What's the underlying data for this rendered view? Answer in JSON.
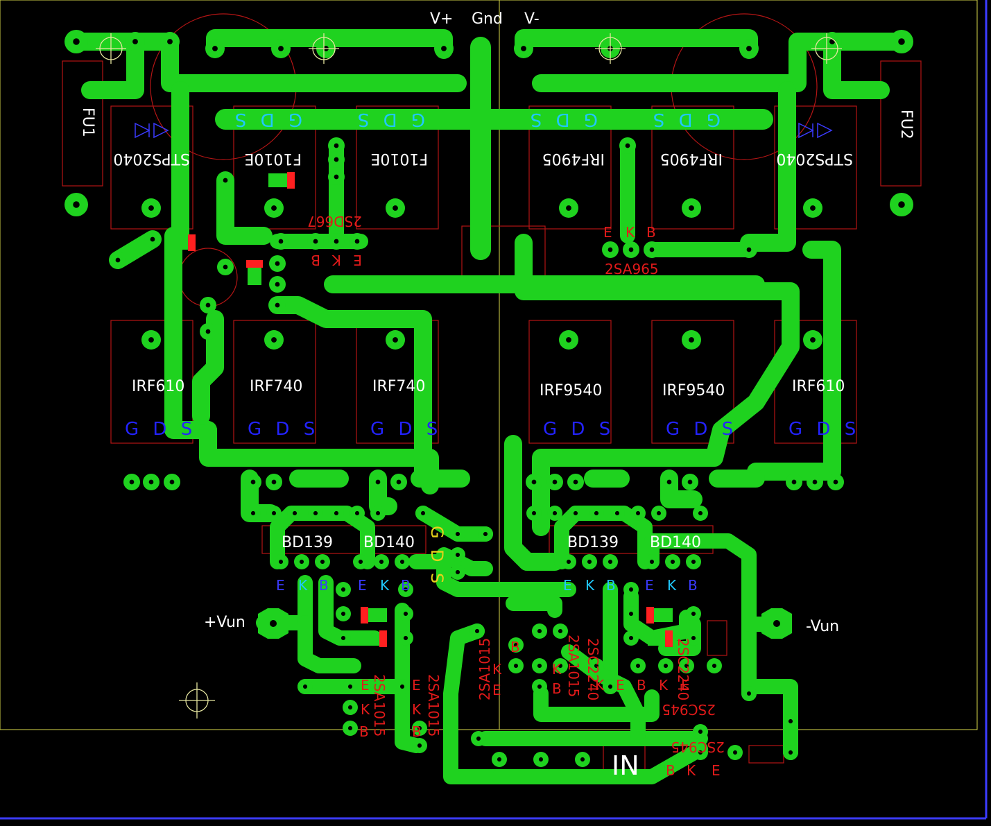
{
  "board": {
    "rails": {
      "vplus": "V+",
      "gnd": "Gnd",
      "vminus": "V-"
    },
    "fuses": [
      "FU1",
      "FU2"
    ],
    "supply_labels": {
      "left": "+Vun",
      "right": "-Vun"
    },
    "input_label": "IN",
    "top_row": [
      {
        "part": "STPS2040",
        "pins": ""
      },
      {
        "part": "F1010E",
        "pins": "G D S"
      },
      {
        "part": "F1010E",
        "pins": "G D S"
      },
      {
        "part": "IRF4905",
        "pins": "G D S"
      },
      {
        "part": "IRF4905",
        "pins": "G D S"
      },
      {
        "part": "STPS2040",
        "pins": ""
      }
    ],
    "bottom_row": [
      {
        "part": "IRF610",
        "pins": "G D S"
      },
      {
        "part": "IRF740",
        "pins": "G D S"
      },
      {
        "part": "IRF740",
        "pins": "G D S"
      },
      {
        "part": "IRF9540",
        "pins": "G D S"
      },
      {
        "part": "IRF9540",
        "pins": "G D S"
      },
      {
        "part": "IRF610",
        "pins": "G D S"
      }
    ],
    "drivers": [
      "BD139",
      "BD140",
      "BD139",
      "BD140"
    ],
    "transistors": {
      "t2sd667": "2SD667",
      "t2sa965": "2SA965",
      "t2sa1015a": "2SA1015",
      "t2sa1015b": "2SA1015",
      "t2sa1015c": "2SA1015",
      "t2sa1015d": "2SA1015",
      "t2sc2240a": "2SC2240",
      "t2sc2240b": "2SC2240",
      "t2sc945": "2SC945",
      "t2sc945b": "2SC945"
    },
    "pin_letters": {
      "e": "E",
      "k": "K",
      "b": "B"
    },
    "gds_vertical": [
      "G",
      "D",
      "S"
    ]
  },
  "colors": {
    "copper": "#1fd21f",
    "outline": "#b31515",
    "silk": "#d8d84a",
    "background": "#000000"
  }
}
